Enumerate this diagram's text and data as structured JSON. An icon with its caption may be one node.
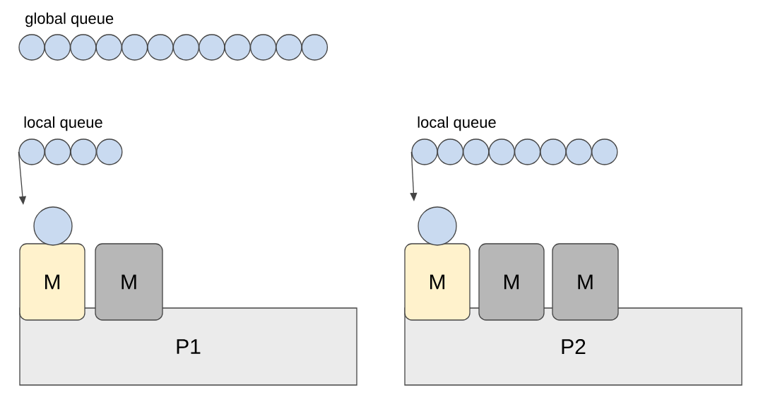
{
  "diagram": {
    "nodes": [
      {
        "text": [],
        "shape": "circle"
      },
      {
        "text": [],
        "shape": "circle"
      },
      {
        "text": [],
        "shape": "circle"
      },
      {
        "text": [],
        "shape": "circle"
      },
      {
        "text": [],
        "shape": "circle"
      },
      {
        "text": [],
        "shape": "circle"
      },
      {
        "text": [],
        "shape": "circle"
      },
      {
        "text": [],
        "shape": "circle"
      },
      {
        "text": [],
        "shape": "circle"
      },
      {
        "text": [],
        "shape": "circle"
      },
      {
        "text": [],
        "shape": "circle"
      },
      {
        "text": [],
        "shape": "circle"
      },
      {
        "text": [],
        "shape": "circle"
      },
      {
        "text": [],
        "shape": "circle"
      },
      {
        "text": [],
        "shape": "circle"
      },
      {
        "text": [],
        "shape": "circle"
      },
      {
        "text": [],
        "shape": "circle"
      },
      {
        "text": [],
        "shape": "circle"
      },
      {
        "text": [],
        "shape": "circle"
      },
      {
        "text": [],
        "shape": "circle"
      },
      {
        "text": [],
        "shape": "circle"
      },
      {
        "text": [],
        "shape": "circle"
      },
      {
        "text": [],
        "shape": "circle"
      },
      {
        "text": [],
        "shape": "circle"
      },
      {
        "text": [],
        "shape": "circle"
      },
      {
        "text": [],
        "shape": "circle"
      },
      {
        "text": [
          "M"
        ]
      },
      {
        "text": [
          "M"
        ]
      },
      {
        "text": [
          "P1"
        ]
      },
      {
        "text": [
          "M"
        ]
      },
      {
        "text": [
          "M"
        ]
      },
      {
        "text": [
          "M"
        ]
      },
      {
        "text": [
          "P2"
        ]
      }
    ],
    "edges": [
      {
        "from": 12,
        "to": null,
        "arrow": "to"
      },
      {
        "from": 16,
        "to": null,
        "arrow": "to"
      }
    ],
    "labels": [
      "global queue",
      "local queue",
      "local queue"
    ]
  }
}
